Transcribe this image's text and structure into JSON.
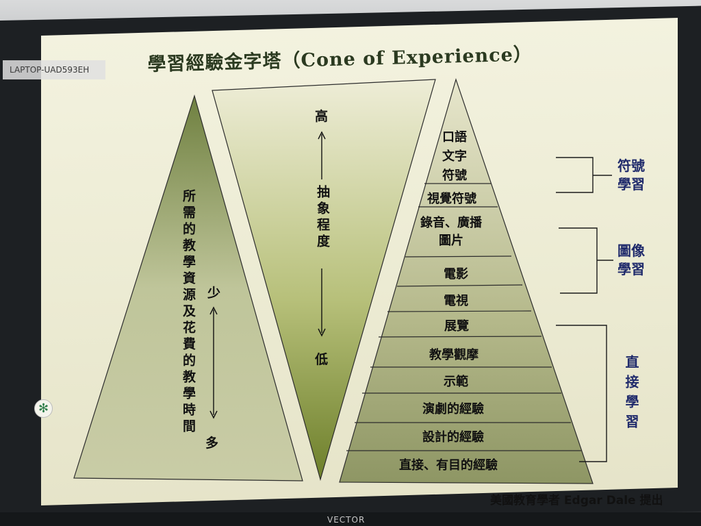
{
  "overlay": {
    "hostname": "LAPTOP-UAD593EH"
  },
  "slide": {
    "title": "學習經驗金字塔（Cone of Experience）",
    "left_cone": {
      "label": "所需的教學資源及花費的教學時間",
      "top": "少",
      "bottom": "多"
    },
    "middle_cone": {
      "top": "高",
      "label": "抽象程度",
      "bottom": "低"
    },
    "tiers": [
      {
        "label": "口語\n文字\n符號"
      },
      {
        "label": "視覺符號"
      },
      {
        "label": "錄音、廣播\n圖片"
      },
      {
        "label": "電影"
      },
      {
        "label": "電視"
      },
      {
        "label": "展覽"
      },
      {
        "label": "教學觀摩"
      },
      {
        "label": "示範"
      },
      {
        "label": "演劇的經驗"
      },
      {
        "label": "設計的經驗"
      },
      {
        "label": "直接、有目的經驗"
      }
    ],
    "groups": [
      {
        "label": "符號\n學習"
      },
      {
        "label": "圖像\n學習"
      },
      {
        "label": "直接學習"
      }
    ],
    "credit": {
      "prefix": "美國教育學者 ",
      "name": "Edgar Dale",
      "suffix": " 提出"
    }
  },
  "projector": {
    "brand": "VECTOR"
  },
  "colors": {
    "slide_background": "#eeedd6",
    "cone_dark": "#7a8a4a",
    "cone_light": "#d9dbbc",
    "group_text": "#1f2a6b",
    "title_text": "#2b3a20"
  }
}
